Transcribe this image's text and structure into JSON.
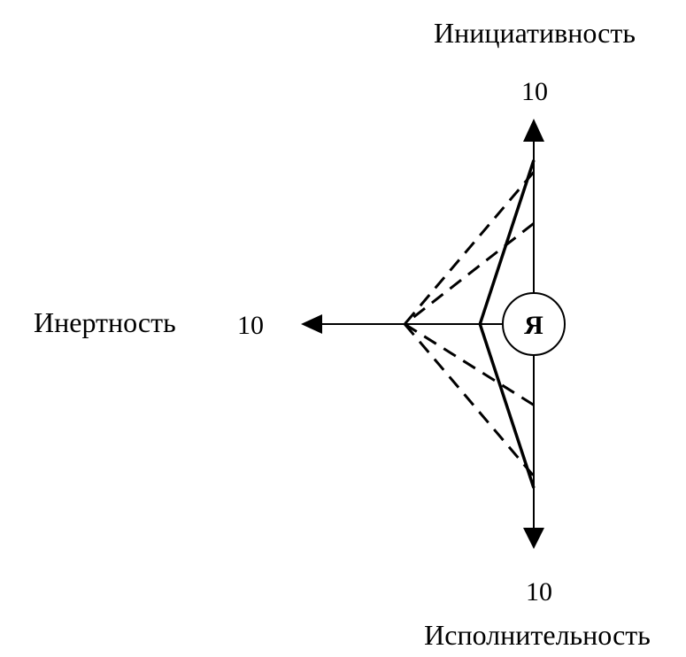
{
  "axes": {
    "top": {
      "label": "Инициативность",
      "max_value": "10"
    },
    "left": {
      "label": "Инертность",
      "max_value": "10"
    },
    "bottom": {
      "label": "Исполнительность",
      "max_value": "10"
    }
  },
  "center": {
    "label": "Я"
  },
  "profiles": {
    "solid": {
      "top": 8.3,
      "left": 2.5,
      "bottom": 8.3
    },
    "dashed": [
      {
        "top": 7.7,
        "left": 6.0,
        "bottom": 7.7
      },
      {
        "top": 5.1,
        "left": 6.0,
        "bottom": 4.1
      }
    ]
  },
  "colors": {
    "ink": "#000000",
    "background": "#ffffff"
  }
}
